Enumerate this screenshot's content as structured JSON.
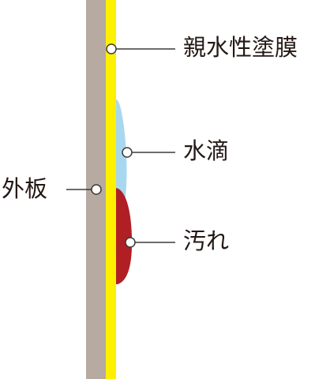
{
  "labels": {
    "coating": "親水性塗膜",
    "water_droplet": "水滴",
    "outer_panel": "外板",
    "dirt": "汚れ"
  },
  "colors": {
    "outer_panel": "#b6aaa1",
    "coating": "#fff000",
    "water_droplet": "#a7d8f0",
    "dirt": "#b01f24",
    "leader_line": "#3e3a39",
    "text": "#231815"
  }
}
